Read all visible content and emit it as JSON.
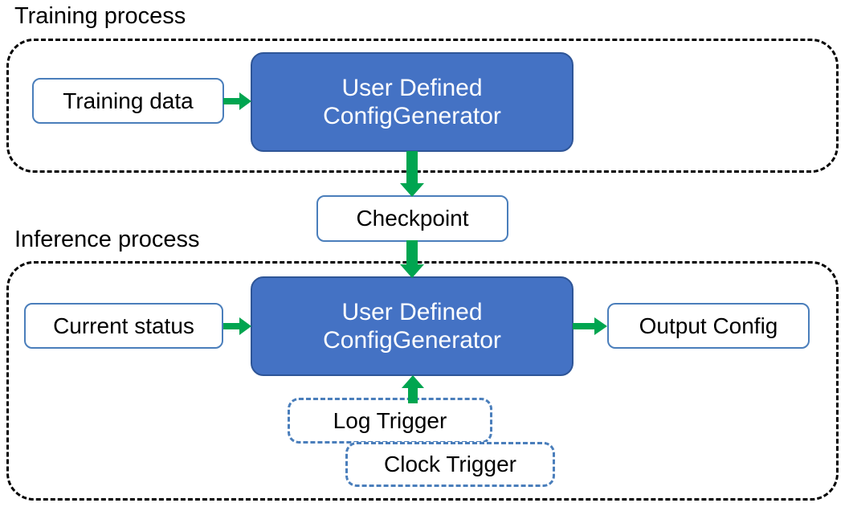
{
  "diagram": {
    "title_training": "Training process",
    "title_inference": "Inference process",
    "colors": {
      "primary_fill": "#4472C4",
      "primary_stroke": "#2E5597",
      "box_stroke": "#4A7EBB",
      "arrow_green": "#00A550",
      "container_stroke": "#000000",
      "text_dark": "#000000",
      "text_light": "#FFFFFF"
    },
    "training": {
      "input_box": "Training data",
      "generator_line1": "User Defined",
      "generator_line2": "ConfigGenerator"
    },
    "checkpoint": {
      "label": "Checkpoint"
    },
    "inference": {
      "input_box": "Current status",
      "generator_line1": "User Defined",
      "generator_line2": "ConfigGenerator",
      "output_box": "Output Config",
      "triggers": [
        {
          "label": "Log Trigger"
        },
        {
          "label": "Clock Trigger"
        }
      ]
    },
    "arrows": [
      {
        "name": "training-data-to-generator",
        "direction": "right"
      },
      {
        "name": "generator-to-checkpoint",
        "direction": "down"
      },
      {
        "name": "checkpoint-to-inference-generator",
        "direction": "down"
      },
      {
        "name": "current-status-to-generator",
        "direction": "right"
      },
      {
        "name": "generator-to-output-config",
        "direction": "right"
      },
      {
        "name": "triggers-to-generator",
        "direction": "up"
      }
    ]
  }
}
